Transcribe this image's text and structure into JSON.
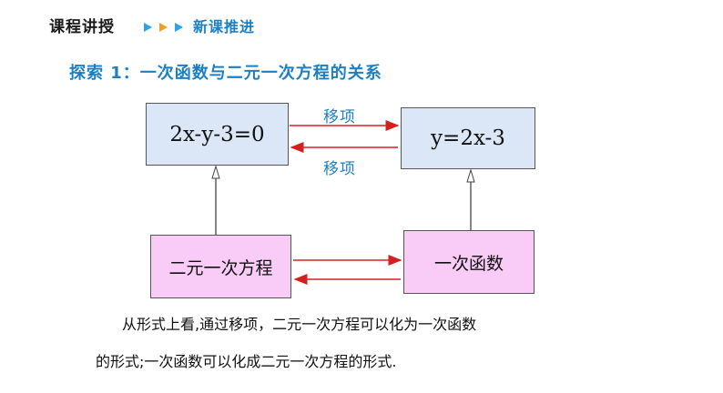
{
  "header": {
    "title": "课程讲授",
    "subtitle": "新课推进",
    "triangle_colors": [
      "#2fa3e0",
      "#f0a020",
      "#2fa3e0"
    ]
  },
  "heading": "探索 1：一次函数与二元一次方程的关系",
  "boxes": {
    "equation": "2x-y-3=0",
    "function": "y=2x-3",
    "equation_generic": "二元一次方程",
    "function_generic": "一次函数"
  },
  "arrows": {
    "top_label": "移项",
    "bottom_label": "移项"
  },
  "paragraph": {
    "line1": "从形式上看,通过移项，二元一次方程可以化为一次函数",
    "line2": "的形式;一次函数可以化成二元一次方程的形式."
  },
  "colors": {
    "accent_blue": "#1d7fc2",
    "arrow_red": "#d62020",
    "box_blue": "#dbe6f6",
    "box_pink": "#f8ccf7"
  }
}
